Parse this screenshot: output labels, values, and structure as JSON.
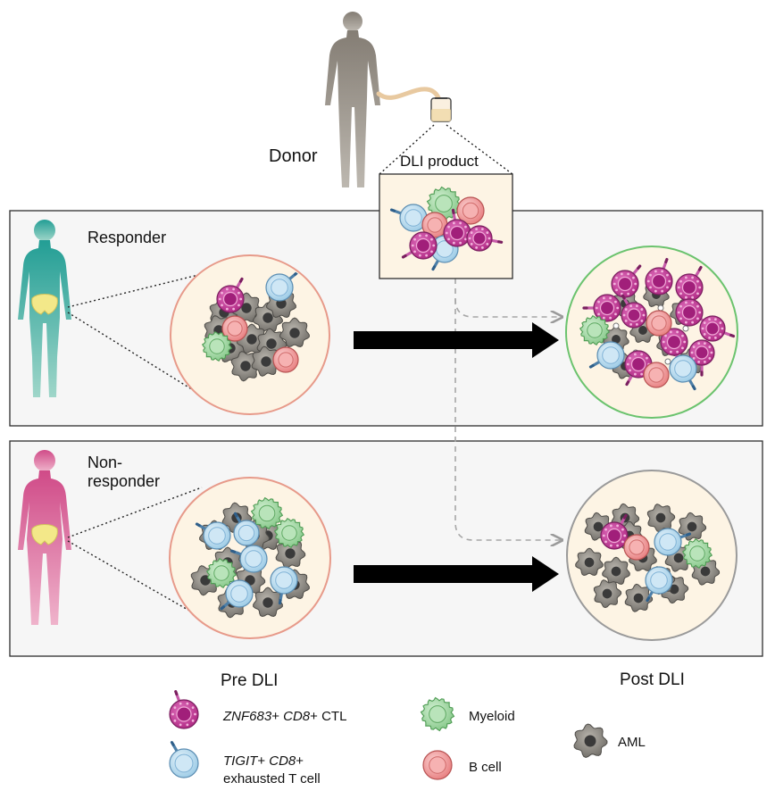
{
  "labels": {
    "donor": "Donor",
    "dli_product": "DLI product",
    "responder": "Responder",
    "nonresponder_line1": "Non-",
    "nonresponder_line2": "responder",
    "pre_dli": "Pre DLI",
    "post_dli": "Post DLI"
  },
  "legend": {
    "ctl": {
      "gene1": "ZNF683",
      "plus1": "+ ",
      "gene2": "CD8",
      "plus2": "+ CTL"
    },
    "tigit": {
      "gene1": "TIGIT",
      "plus1": "+ ",
      "gene2": "CD8",
      "plus2": "+",
      "line2": "exhausted T cell"
    },
    "myeloid": "Myeloid",
    "bcell": "B cell",
    "aml": "AML"
  },
  "colors": {
    "responder_figure": "#3aa89b",
    "nonresponder_figure": "#d9699a",
    "donor_figure": "#8e8880",
    "pelvis": "#f3e889",
    "ctl": "#c2338f",
    "tigit": "#a9d3ea",
    "myeloid": "#8fcf91",
    "bcell": "#ee8f8f",
    "aml": "#777777",
    "panel_bg": "#f6f6f6",
    "circle_bg": "#fdf4e4",
    "pre_ring": "#e79a8a",
    "responder_post_ring": "#6bc36e",
    "nonresponder_post_ring": "#9a9a9a"
  }
}
